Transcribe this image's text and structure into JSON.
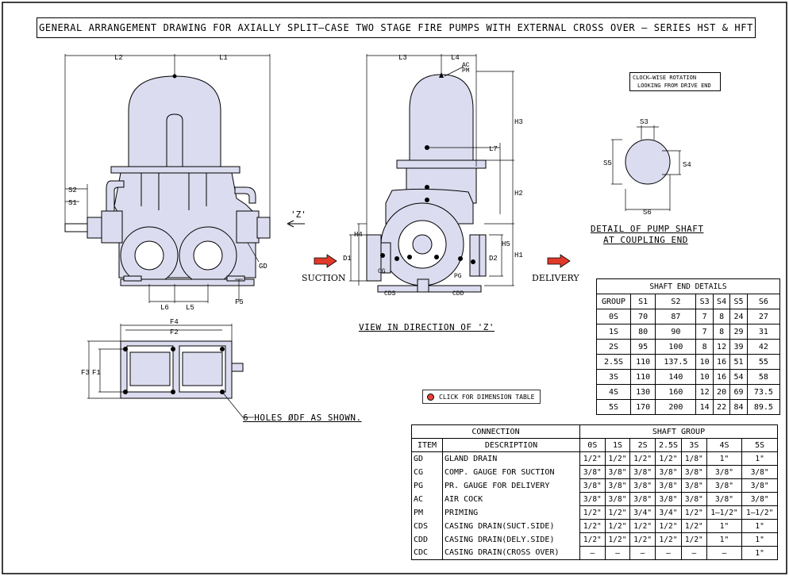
{
  "title": "GENERAL ARRANGEMENT DRAWING FOR AXIALLY SPLIT–CASE TWO STAGE FIRE PUMPS WITH EXTERNAL CROSS OVER – SERIES HST & HFT",
  "rotation_note": [
    "CLOCK–WISE ROTATION",
    "LOOKING FROM DRIVE END"
  ],
  "view_caption": "VIEW IN DIRECTION OF 'Z'",
  "shaft_detail_caption": [
    "DETAIL OF PUMP SHAFT",
    "AT COUPLING END"
  ],
  "holes_note": "6 HOLES ØDF AS SHOWN.",
  "suction_label": "SUCTION",
  "delivery_label": "DELIVERY",
  "z_label": "'Z'",
  "dimension_button": "CLICK FOR DIMENSION TABLE",
  "dims": {
    "L1": "L1",
    "L2": "L2",
    "L3": "L3",
    "L4": "L4",
    "L5": "L5",
    "L6": "L6",
    "L7": "L7",
    "S1": "S1",
    "S2": "S2",
    "S3": "S3",
    "S4": "S4",
    "S5": "S5",
    "S6": "S6",
    "H1": "H1",
    "H2": "H2",
    "H3": "H3",
    "H4": "H4",
    "H5": "H5",
    "D1": "D1",
    "D2": "D2",
    "F1": "F1",
    "F2": "F2",
    "F3": "F3",
    "F4": "F4",
    "F5": "F5",
    "AC": "AC",
    "PM": "PM",
    "GD": "GD",
    "CG": "CG",
    "PG": "PG",
    "CDS": "CDS",
    "CDD": "CDD"
  },
  "shaft_table": {
    "title": "SHAFT END DETAILS",
    "columns": [
      "GROUP",
      "S1",
      "S2",
      "S3",
      "S4",
      "S5",
      "S6"
    ],
    "rows": [
      [
        "0S",
        "70",
        "87",
        "7",
        "8",
        "24",
        "27"
      ],
      [
        "1S",
        "80",
        "90",
        "7",
        "8",
        "29",
        "31"
      ],
      [
        "2S",
        "95",
        "100",
        "8",
        "12",
        "39",
        "42"
      ],
      [
        "2.5S",
        "110",
        "137.5",
        "10",
        "16",
        "51",
        "55"
      ],
      [
        "3S",
        "110",
        "140",
        "10",
        "16",
        "54",
        "58"
      ],
      [
        "4S",
        "130",
        "160",
        "12",
        "20",
        "69",
        "73.5"
      ],
      [
        "5S",
        "170",
        "200",
        "14",
        "22",
        "84",
        "89.5"
      ]
    ]
  },
  "connection_table": {
    "connection_header": "CONNECTION",
    "shaft_group_header": "SHAFT GROUP",
    "item_header": "ITEM",
    "description_header": "DESCRIPTION",
    "groups": [
      "0S",
      "1S",
      "2S",
      "2.5S",
      "3S",
      "4S",
      "5S"
    ],
    "rows": [
      {
        "item": "GD",
        "desc": "GLAND DRAIN",
        "vals": [
          "1/2\"",
          "1/2\"",
          "1/2\"",
          "1/2\"",
          "1/8\"",
          "1\"",
          "1\""
        ]
      },
      {
        "item": "CG",
        "desc": "COMP. GAUGE FOR SUCTION",
        "vals": [
          "3/8\"",
          "3/8\"",
          "3/8\"",
          "3/8\"",
          "3/8\"",
          "3/8\"",
          "3/8\""
        ]
      },
      {
        "item": "PG",
        "desc": "PR. GAUGE FOR DELIVERY",
        "vals": [
          "3/8\"",
          "3/8\"",
          "3/8\"",
          "3/8\"",
          "3/8\"",
          "3/8\"",
          "3/8\""
        ]
      },
      {
        "item": "AC",
        "desc": "AIR COCK",
        "vals": [
          "3/8\"",
          "3/8\"",
          "3/8\"",
          "3/8\"",
          "3/8\"",
          "3/8\"",
          "3/8\""
        ]
      },
      {
        "item": "PM",
        "desc": "PRIMING",
        "vals": [
          "1/2\"",
          "1/2\"",
          "3/4\"",
          "3/4\"",
          "1/2\"",
          "1–1/2\"",
          "1–1/2\""
        ]
      },
      {
        "item": "CDS",
        "desc": "CASING DRAIN(SUCT.SIDE)",
        "vals": [
          "1/2\"",
          "1/2\"",
          "1/2\"",
          "1/2\"",
          "1/2\"",
          "1\"",
          "1\""
        ]
      },
      {
        "item": "CDD",
        "desc": "CASING DRAIN(DELY.SIDE)",
        "vals": [
          "1/2\"",
          "1/2\"",
          "1/2\"",
          "1/2\"",
          "1/2\"",
          "1\"",
          "1\""
        ]
      },
      {
        "item": "CDC",
        "desc": "CASING DRAIN(CROSS OVER)",
        "vals": [
          "–",
          "–",
          "–",
          "–",
          "–",
          "–",
          "1\""
        ]
      }
    ]
  },
  "colors": {
    "pump_fill": "#dcdcf0",
    "line": "#000000",
    "arrow_red": "#e03a2a"
  }
}
